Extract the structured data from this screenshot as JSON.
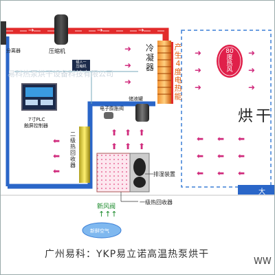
{
  "labels": {
    "separator": "分离器",
    "compressor": "压缩机",
    "compressor_badge": "顿人一\n压缩机",
    "condenser": "冷凝器",
    "aux_heat": "产生4度电热能",
    "hot_air": "80度热风",
    "dryer": "烘干",
    "plc_line1": "7寸PLC",
    "plc_line2": "触屏控制器",
    "expansion_valve": "电子膨胀阀",
    "liquid_tank": "储液罐",
    "secondary_recovery": "二级热回收器",
    "dehumidify": "排湿装置",
    "primary_recovery": "一级热回收器",
    "fresh_valve": "新风阀",
    "fresh_air": "新鲜空气",
    "corner_text": "大",
    "watermark": "易科热泵烘干设备科技有限公司",
    "footer": "广州易科：YKP易立诺高温热泵烘干",
    "corner_logo": "WW"
  },
  "colors": {
    "hot_pipe": "#e22b2b",
    "cold_pipe": "#2a66c8",
    "arrow_pink": "#d02a7c",
    "panel_dark": "#1b2a4a"
  }
}
